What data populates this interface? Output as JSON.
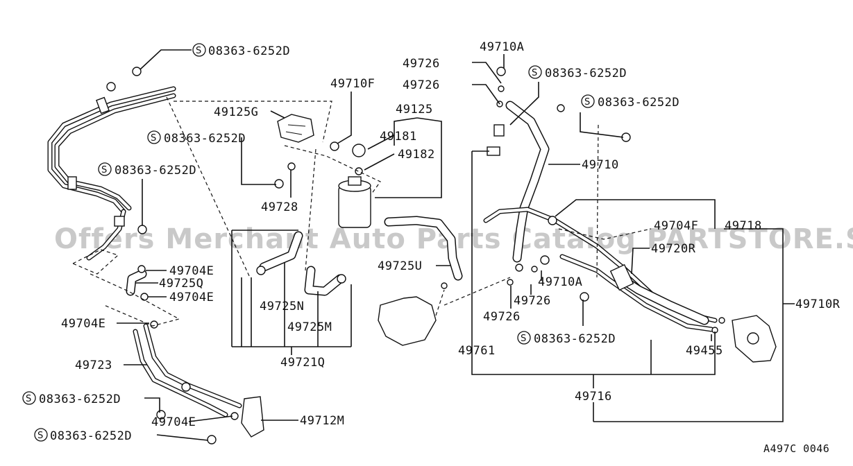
{
  "watermark": "Offers Merchant Auto Parts Catalog PARTSTORE.SA",
  "diagram_code": "A497C 0046",
  "screw_symbol": "S",
  "labels": {
    "screw_top_left": "08363-6252D",
    "part_49125G": "49125G",
    "screw_mid_left": "08363-6252D",
    "screw_left": "08363-6252D",
    "part_49710F": "49710F",
    "part_49125": "49125",
    "part_49181": "49181",
    "part_49182": "49182",
    "part_49728": "49728",
    "part_49704E_1": "49704E",
    "part_49725Q": "49725Q",
    "part_49704E_2": "49704E",
    "part_49704E_3": "49704E",
    "part_49723": "49723",
    "screw_bottom_left_1": "08363-6252D",
    "part_49704E_4": "49704E",
    "part_49712M": "49712M",
    "screw_bottom_left_2": "08363-6252D",
    "part_49725N": "49725N",
    "part_49725M": "49725M",
    "part_49721Q": "49721Q",
    "part_49725U": "49725U",
    "part_49726_1": "49726",
    "part_49726_2": "49726",
    "part_49710A_1": "49710A",
    "screw_top_center": "08363-6252D",
    "screw_top_right": "08363-6252D",
    "part_49710": "49710",
    "part_49704F": "49704F",
    "part_49718": "49718",
    "part_49720R": "49720R",
    "part_49710A_2": "49710A",
    "part_49726_3": "49726",
    "part_49726_4": "49726",
    "part_49761": "49761",
    "screw_center_bottom": "08363-6252D",
    "part_49455": "49455",
    "part_49716": "49716",
    "part_49710R": "49710R"
  }
}
